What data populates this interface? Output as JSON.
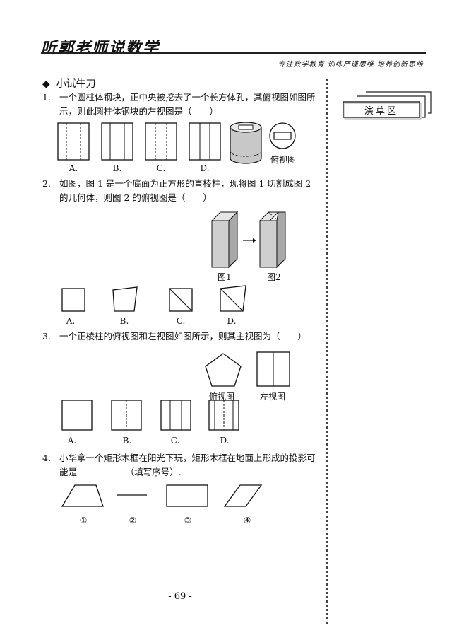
{
  "header": {
    "brand": "听郭老师说数学",
    "slogan": "专注数学教育  训练严谨思维  培养创新思维"
  },
  "section_title": "小试牛刀",
  "section_icon": "diamond-bullet-icon",
  "draft_area": {
    "label": "演草区"
  },
  "questions": [
    {
      "num": "1.",
      "text": "一个圆柱体钢块，正中央被挖去了一个长方体孔，其俯视图如图所示，则此圆柱体钢块的左视图是（　　）",
      "options": [
        "A.",
        "B.",
        "C.",
        "D."
      ],
      "figure_caption": "俯视图"
    },
    {
      "num": "2.",
      "text": "如图，图 1 是一个底面为正方形的直棱柱，现将图 1 切割成图 2 的几何体，则图 2 的俯视图是（　　）",
      "figure_captions": [
        "图1",
        "图2"
      ],
      "options": [
        "A.",
        "B.",
        "C.",
        "D."
      ]
    },
    {
      "num": "3.",
      "text": "一个正棱柱的俯视图和左视图如图所示，则其主视图为（　　）",
      "figure_captions": [
        "俯视图",
        "左视图"
      ],
      "options": [
        "A.",
        "B.",
        "C.",
        "D."
      ]
    },
    {
      "num": "4.",
      "text": "小华拿一个矩形木框在阳光下玩，矩形木框在地面上形成的投影可能是___________（填写序号）.",
      "options": [
        "①",
        "②",
        "③",
        "④"
      ]
    }
  ],
  "page_number": "- 69 -"
}
